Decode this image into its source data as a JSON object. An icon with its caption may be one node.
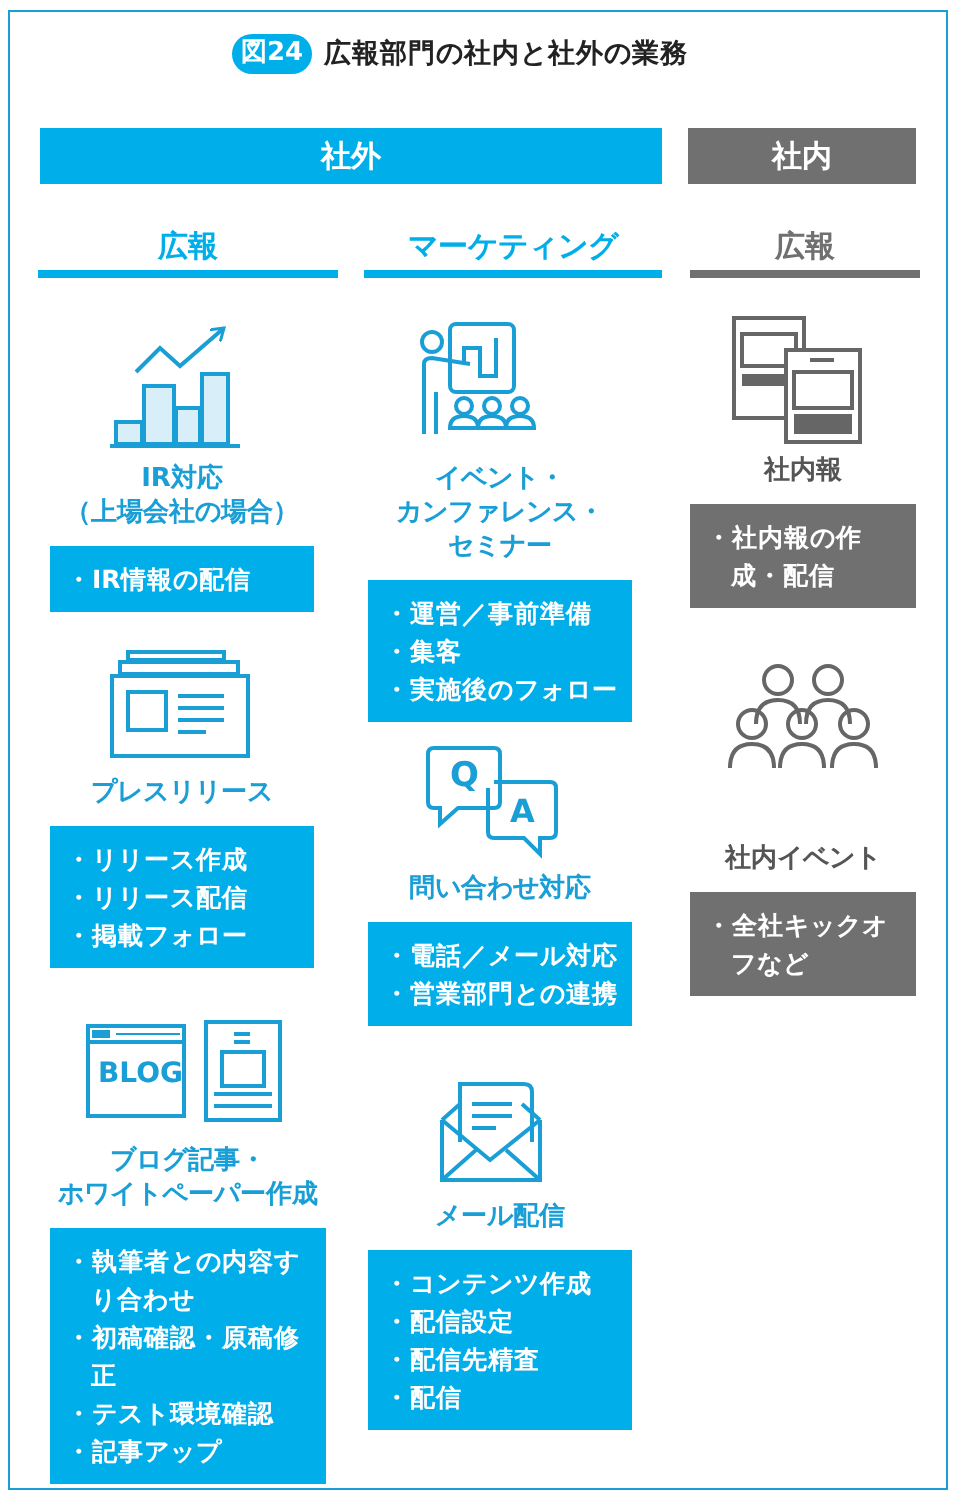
{
  "diagram": {
    "title": "広報部門の社内と社外の業務",
    "nodes": [
      {
        "text": [
          "社外"
        ]
      },
      {
        "text": [
          "社内"
        ]
      },
      {
        "text": [
          "広報"
        ]
      },
      {
        "text": [
          "マーケティング"
        ]
      },
      {
        "text": [
          "広報"
        ]
      },
      {
        "text": [
          "IR対応（上場会社の場合）",
          "・IR情報の配信"
        ]
      },
      {
        "text": [
          "プレスリリース",
          "・リリース作成",
          "・リリース配信",
          "・掲載フォロー"
        ]
      },
      {
        "text": [
          "ブログ記事・ホワイトペーパー作成",
          "・執筆者との内容すり合わせ",
          "・初稿確認・原稿修正",
          "・テスト環境確認",
          "・記事アップ"
        ]
      },
      {
        "text": [
          "イベント・カンファレンス・セミナー",
          "・運営／事前準備",
          "・集客",
          "・実施後のフォロー"
        ]
      },
      {
        "text": [
          "問い合わせ対応",
          "・電話／メール対応",
          "・営業部門との連携"
        ]
      },
      {
        "text": [
          "メール配信",
          "・コンテンツ作成",
          "・配信設定",
          "・配信先精査",
          "・配信"
        ]
      },
      {
        "text": [
          "社内報",
          "・社内報の作成・配信"
        ]
      },
      {
        "text": [
          "社内イベント",
          "・全社キックオフなど"
        ]
      }
    ],
    "labels": [
      "図24",
      "BLOG",
      "Q",
      "A"
    ]
  }
}
